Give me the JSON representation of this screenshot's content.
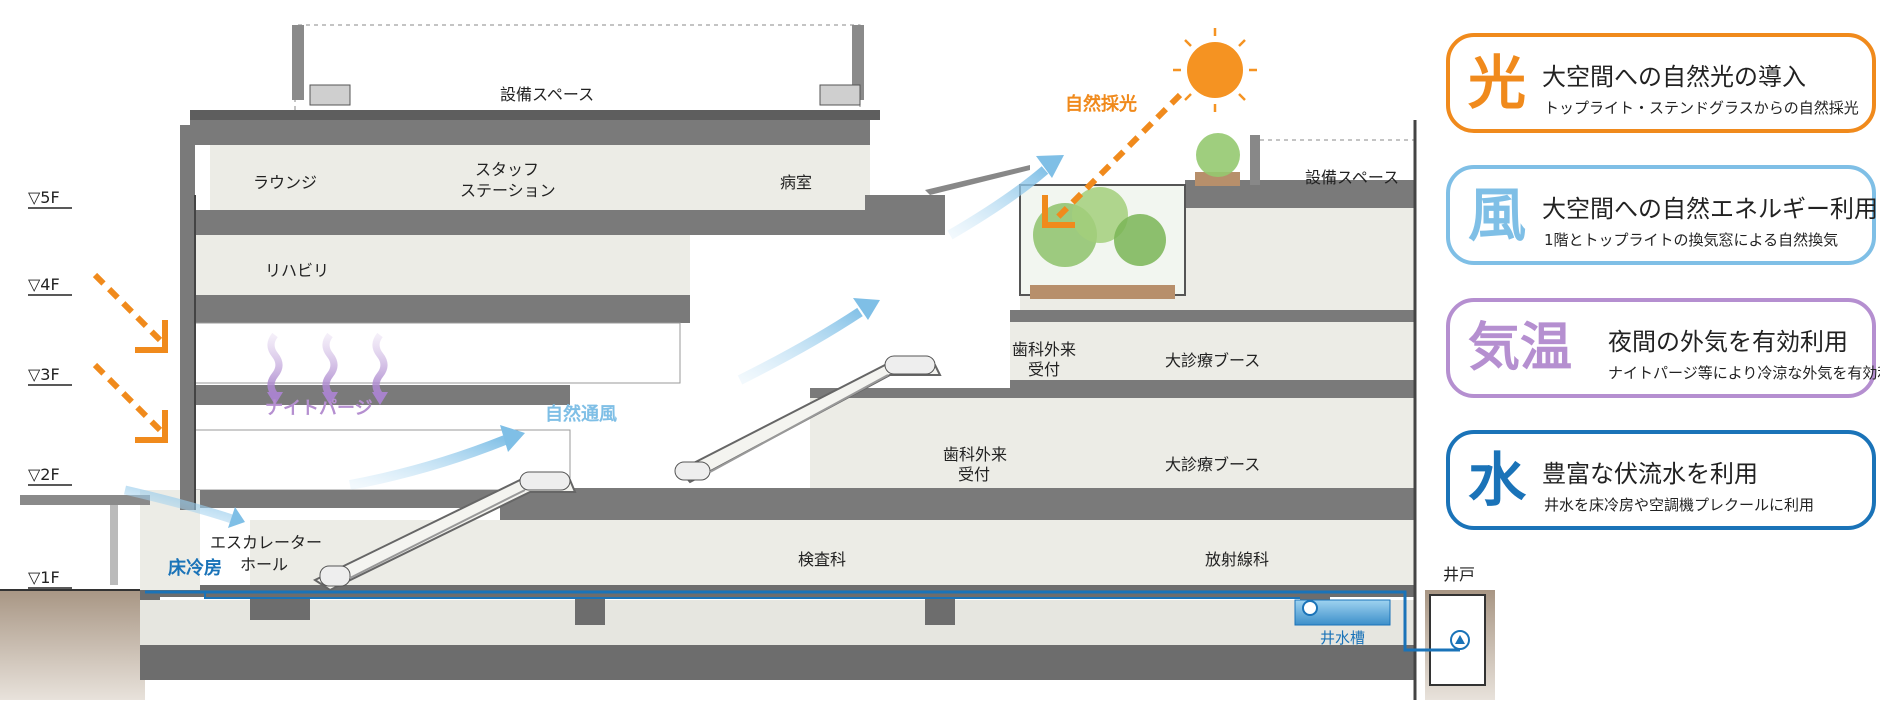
{
  "labels": {
    "equip_top": "設備スペース",
    "equip_right": "設備スペース",
    "lounge": "ラウンジ",
    "staff_station_1": "スタッフ",
    "staff_station_2": "ステーション",
    "ward": "病室",
    "rehab": "リハビリ",
    "dental_3f_1": "歯科外来",
    "dental_3f_2": "受付",
    "big_booth_3f": "大診療ブース",
    "dental_2f_1": "歯科外来",
    "dental_2f_2": "受付",
    "big_booth_2f": "大診療ブース",
    "esc_hall_1": "エスカレーター",
    "esc_hall_2": "ホール",
    "exam": "検査科",
    "radiology": "放射線科",
    "well": "井戸",
    "well_tank": "井水槽"
  },
  "levels": [
    "▽5F",
    "▽4F",
    "▽3F",
    "▽2F",
    "▽1F"
  ],
  "highlights": {
    "daylight": "自然採光",
    "night_purge": "ナイトパージ",
    "natural_vent": "自然通風",
    "floor_cooling": "床冷房"
  },
  "cards": [
    {
      "icon": "光",
      "title": "大空間への自然光の導入",
      "sub": "トップライト・ステンドグラスからの自然採光",
      "color": "#f08a1c"
    },
    {
      "icon": "風",
      "title": "大空間への自然エネルギー利用",
      "sub": "1階とトップライトの換気窓による自然換気",
      "color": "#7fbfe6"
    },
    {
      "icon": "気温",
      "title": "夜間の外気を有効利用",
      "sub": "ナイトパージ等により冷涼な外気を有効利用",
      "color": "#b58fd0"
    },
    {
      "icon": "水",
      "title": "豊富な伏流水を利用",
      "sub": "井水を床冷房や空調機プレクールに利用",
      "color": "#1a73b8"
    }
  ]
}
